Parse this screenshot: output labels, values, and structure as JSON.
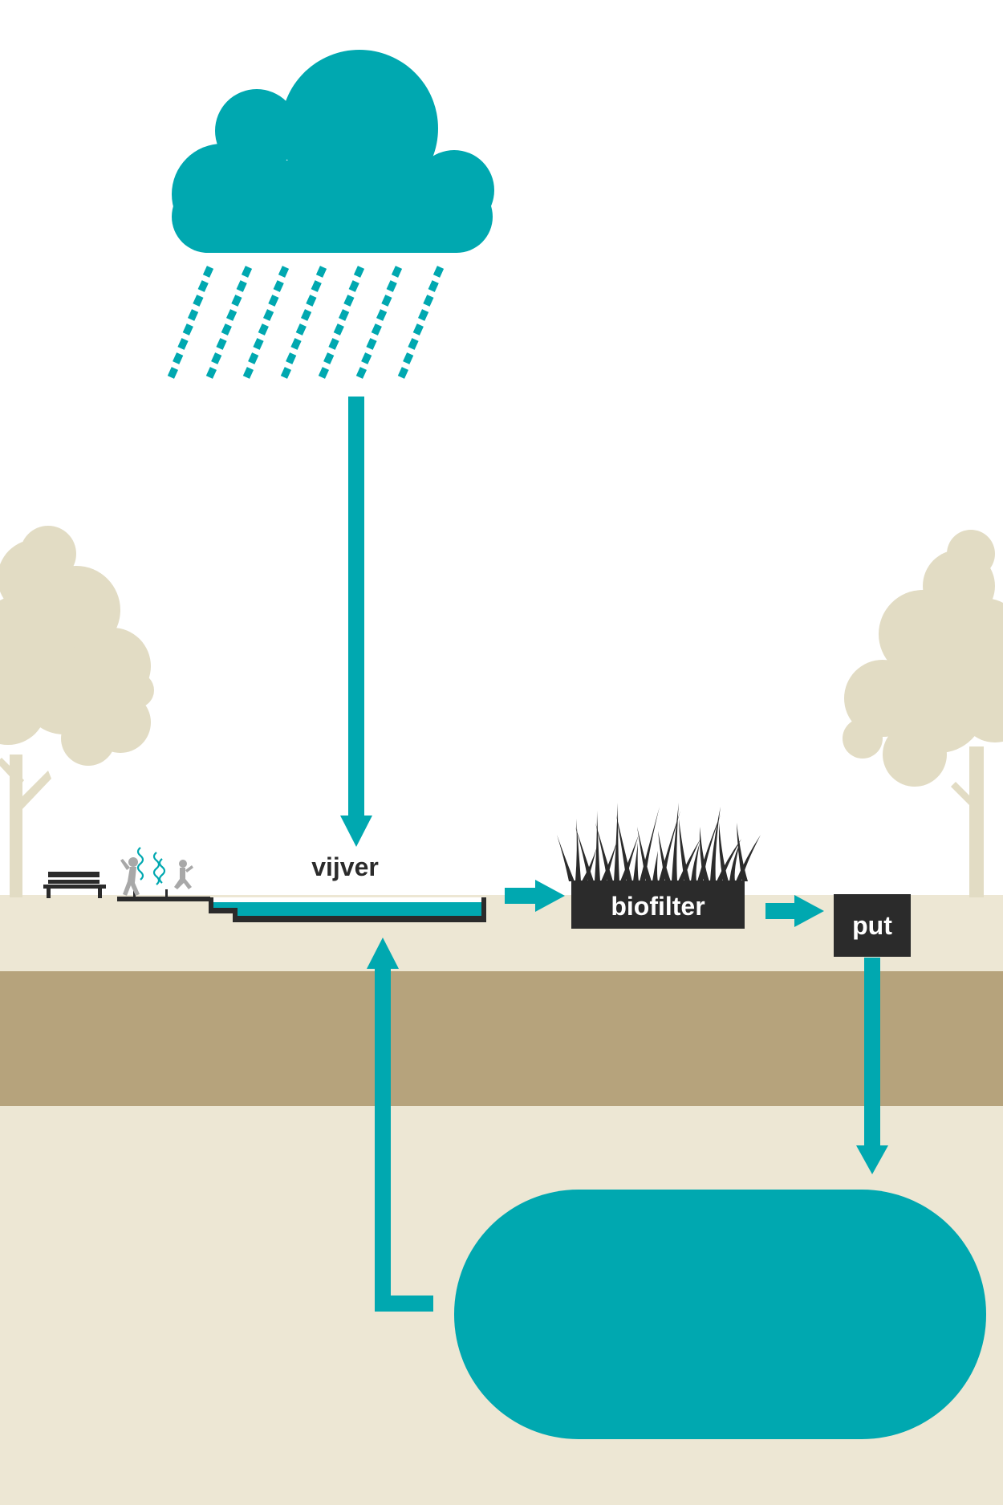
{
  "colors": {
    "water": "#00a8b0",
    "ground_light": "#ede7d4",
    "ground_dark": "#b6a37c",
    "tree": "#e2dcc4",
    "dark_box": "#2b2b2b",
    "figure": "#a8a8a8"
  },
  "labels": {
    "pond": "vijver",
    "biofilter": "biofilter",
    "well": "put"
  },
  "icons": [
    "cloud-icon",
    "rain-icon",
    "tree-icon",
    "bench-icon",
    "people-icon",
    "grass-icon",
    "arrow-icon"
  ]
}
